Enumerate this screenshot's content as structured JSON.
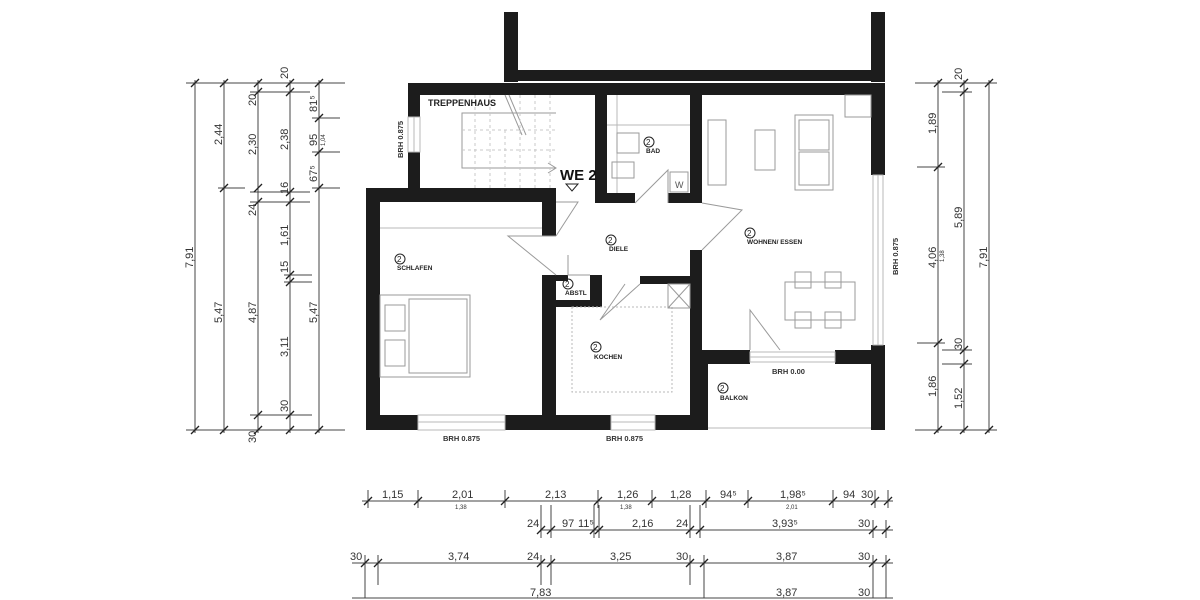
{
  "plan": {
    "unit_label": "WE 2",
    "rooms": [
      {
        "name": "TREPPENHAUS",
        "number": ""
      },
      {
        "name": "BAD",
        "number": "2"
      },
      {
        "name": "SCHLAFEN",
        "number": "2"
      },
      {
        "name": "DIELE",
        "number": "2"
      },
      {
        "name": "ABSTL",
        "number": "2"
      },
      {
        "name": "KOCHEN",
        "number": "2"
      },
      {
        "name": "WOHNEN/ ESSEN",
        "number": "2"
      },
      {
        "name": "BALKON",
        "number": "2"
      }
    ],
    "fixture_w": "W",
    "sill_heights": {
      "treppenhaus": "BRH 0.875",
      "schlafen": "BRH 0.875",
      "kochen": "BRH 0.875",
      "wohnen": "BRH 0.875",
      "balkon_door": "BRH 0.00"
    }
  },
  "dimensions": {
    "left": {
      "col1": [
        "7,91"
      ],
      "col2": [
        "2,44",
        "5,47"
      ],
      "col3": [
        "20",
        "2,30",
        "24",
        "4,87",
        "30"
      ],
      "col4": [
        "20",
        "2,38",
        "16",
        "1,61",
        "15",
        "3,11",
        "30"
      ],
      "col5": [
        "81⁵",
        "95",
        "1,04",
        "67⁵",
        "5,47"
      ]
    },
    "right": {
      "col1": [
        "1,89",
        "4,06",
        "1,38",
        "1,86"
      ],
      "col2": [
        "20",
        "5,89",
        "30",
        "1,52"
      ],
      "col3": [
        "7,91"
      ]
    },
    "bottom": {
      "row1": [
        {
          "v": "1,15",
          "s": ""
        },
        {
          "v": "2,01",
          "s": "1,38"
        },
        {
          "v": "2,13",
          "s": ""
        },
        {
          "v": "1,26",
          "s": "1,38"
        },
        {
          "v": "1,28",
          "s": ""
        },
        {
          "v": "94⁵",
          "s": ""
        },
        {
          "v": "1,98⁵",
          "s": "2,01"
        },
        {
          "v": "94",
          "s": ""
        },
        {
          "v": "30",
          "s": ""
        }
      ],
      "row2": [
        "24",
        "97",
        "11⁵",
        "2,16",
        "24",
        "3,93⁵",
        "30"
      ],
      "row3": [
        "30",
        "3,74",
        "24",
        "3,25",
        "30",
        "3,87",
        "30"
      ],
      "row4": [
        "7,83",
        "3,87",
        "30"
      ]
    }
  }
}
